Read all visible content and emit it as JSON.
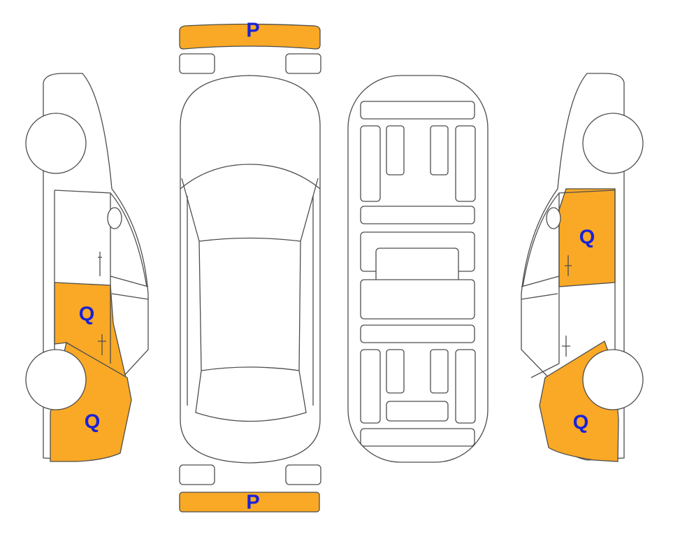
{
  "highlight_color": "#f9a925",
  "label_color": "#1a22d6",
  "labels": {
    "front_bumper": "P",
    "rear_bumper": "P",
    "left_rear_door": "Q",
    "left_rear_quarter": "Q",
    "right_rear_door": "Q",
    "right_rear_quarter": "Q"
  }
}
